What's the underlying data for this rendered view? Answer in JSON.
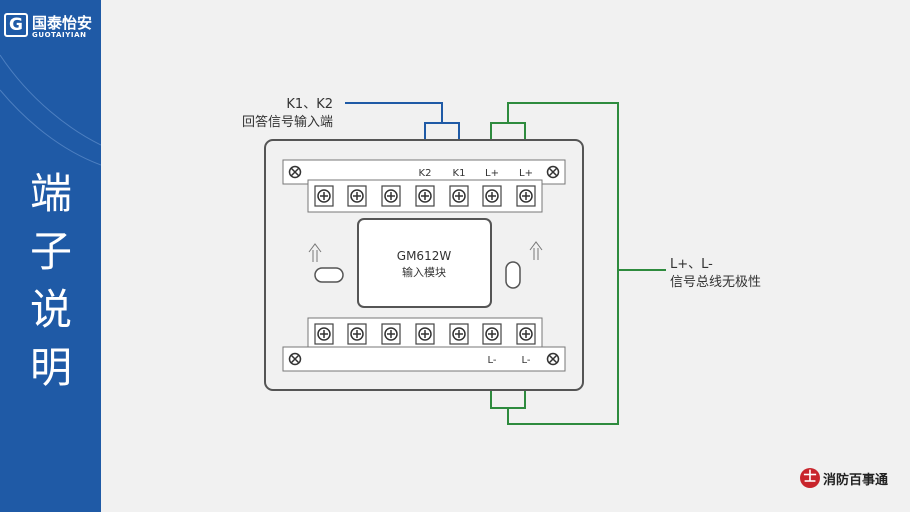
{
  "sidebar": {
    "logo_mark": "G",
    "logo_cn": "国泰怡安",
    "logo_en": "GUOTAIYIAN",
    "title": "端子说明"
  },
  "diagram": {
    "callout_k": [
      "K1、K2",
      "回答信号输入端"
    ],
    "callout_l": [
      "L+、L-",
      "信号总线无极性"
    ],
    "top_terminal_labels": [
      "K2",
      "K1",
      "L+",
      "L+"
    ],
    "bottom_terminal_labels": [
      "L-",
      "L-"
    ],
    "module_model": "GM612W",
    "module_name": "输入模块",
    "colors": {
      "k_wire": "#1f5aa6",
      "l_wire": "#2e8b3e",
      "device_stroke": "#555555"
    }
  },
  "footer": {
    "brand": "消防百事通",
    "brand_icon": "士"
  }
}
